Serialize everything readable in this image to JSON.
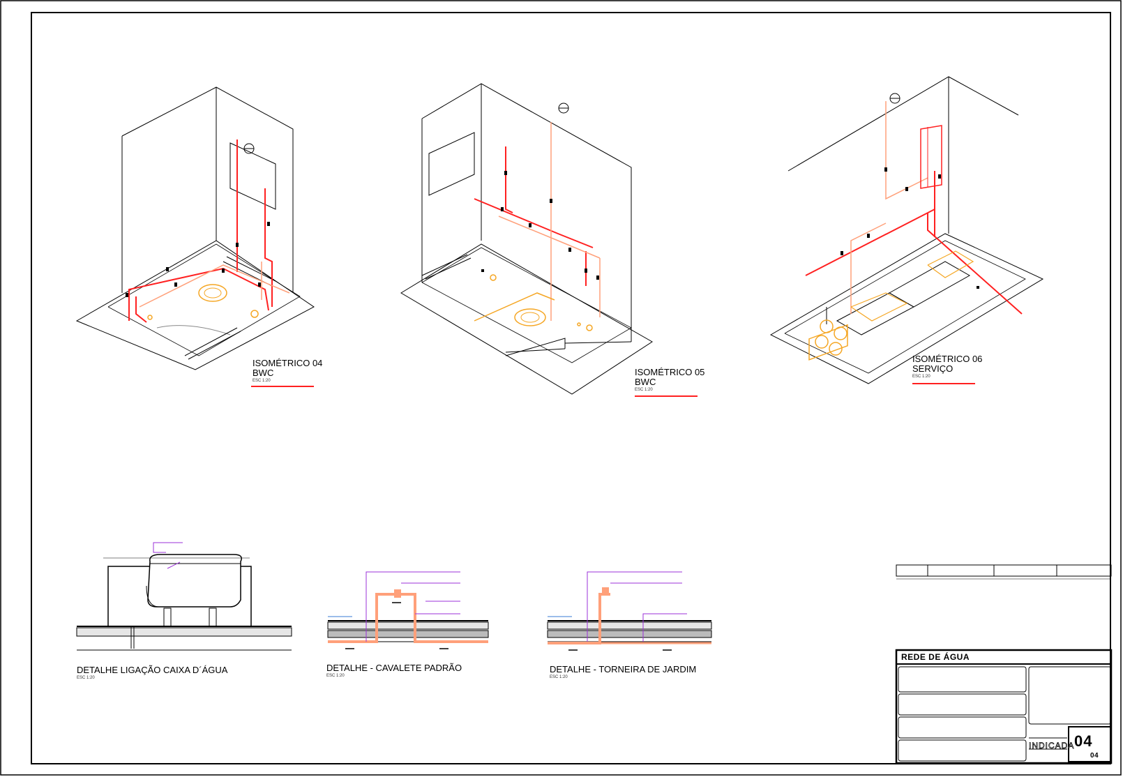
{
  "isometrics": [
    {
      "title": "ISOMÉTRICO 04",
      "subtitle": "BWC",
      "scale": "ESC 1:20"
    },
    {
      "title": "ISOMÉTRICO 05",
      "subtitle": "BWC",
      "scale": "ESC 1:20"
    },
    {
      "title": "ISOMÉTRICO 06",
      "subtitle": "SERVIÇO",
      "scale": "ESC 1:20"
    }
  ],
  "details": [
    {
      "title": "DETALHE LIGAÇÃO CAIXA D´ÁGUA",
      "scale": "ESC 1:20"
    },
    {
      "title": "DETALHE - CAVALETE PADRÃO",
      "scale": "ESC 1:20"
    },
    {
      "title": "DETALHE - TORNEIRA DE JARDIM",
      "scale": "ESC 1:20"
    }
  ],
  "title_block": {
    "sheet_title": "REDE DE ÁGUA",
    "sheet_label": "INDICADA",
    "sheet_number": "04",
    "sheet_number_small": "04"
  },
  "colors": {
    "cold_water": "#ff2020",
    "hot_water": "#ffa07a",
    "fixtures": "#f5a623",
    "annotation": "#9b30d9",
    "flow": "#3a7bd5"
  }
}
